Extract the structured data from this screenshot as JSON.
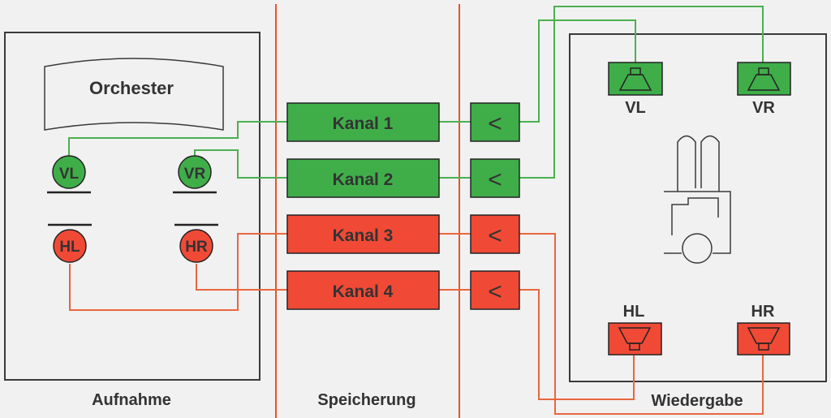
{
  "colors": {
    "background": "#f1f1f1",
    "frame": "#3a3a3a",
    "divider": "#e0562f",
    "green": "#3fae49",
    "green_wire": "#4caf50",
    "red": "#f04a36",
    "red_wire": "#e8663f"
  },
  "sections": {
    "recording": "Aufnahme",
    "storage": "Speicherung",
    "playback": "Wiedergabe"
  },
  "orchestra": "Orchester",
  "microphones": {
    "front_left": "VL",
    "front_right": "VR",
    "rear_left": "HL",
    "rear_right": "HR"
  },
  "channels": [
    "Kanal 1",
    "Kanal 2",
    "Kanal 3",
    "Kanal 4"
  ],
  "amplifier_symbol": "<",
  "speakers": {
    "front_left": "VL",
    "front_right": "VR",
    "rear_left": "HL",
    "rear_right": "HR"
  },
  "icons": [
    "microphone-icon",
    "amplifier-icon",
    "loudspeaker-icon",
    "listener-chair-icon"
  ]
}
